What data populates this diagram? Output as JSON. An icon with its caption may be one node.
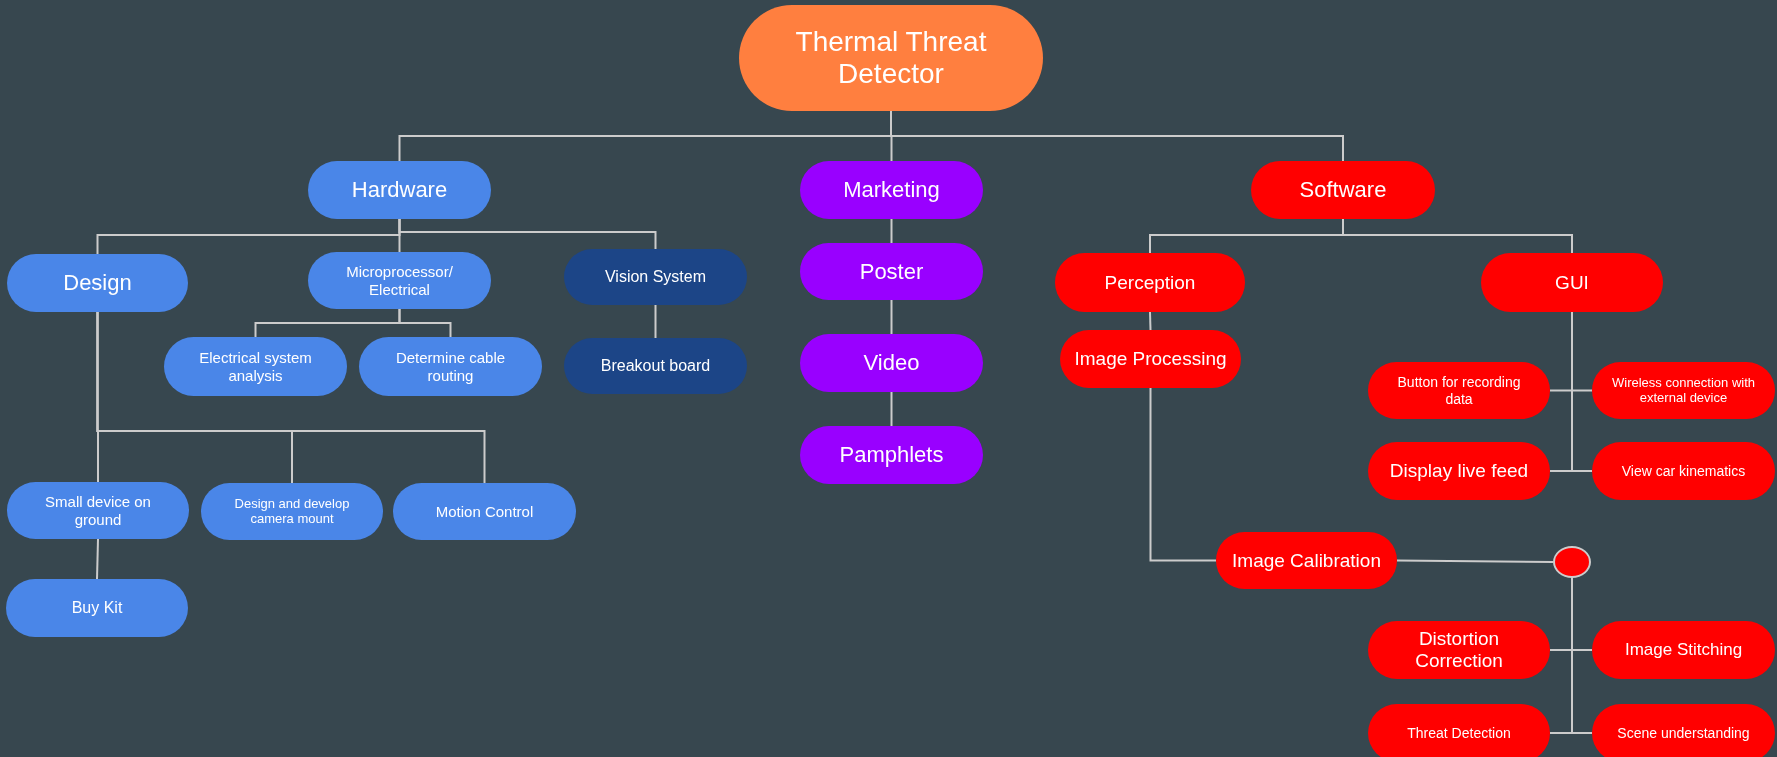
{
  "diagram": {
    "nodes": [
      {
        "text": [
          "Thermal Threat Detector"
        ]
      },
      {
        "text": [
          "Hardware"
        ]
      },
      {
        "text": [
          "Marketing"
        ]
      },
      {
        "text": [
          "Software"
        ]
      },
      {
        "text": [
          "Design"
        ]
      },
      {
        "text": [
          "Microprocessor/ Electrical"
        ]
      },
      {
        "text": [
          "Vision System"
        ]
      },
      {
        "text": [
          "Electrical system analysis"
        ]
      },
      {
        "text": [
          "Determine cable routing"
        ]
      },
      {
        "text": [
          "Breakout board"
        ]
      },
      {
        "text": [
          "Poster"
        ]
      },
      {
        "text": [
          "Video"
        ]
      },
      {
        "text": [
          "Pamphlets"
        ]
      },
      {
        "text": [
          "Small device on ground"
        ]
      },
      {
        "text": [
          "Design and develop camera mount"
        ]
      },
      {
        "text": [
          "Motion Control"
        ]
      },
      {
        "text": [
          "Buy Kit"
        ]
      },
      {
        "text": [
          "Perception"
        ]
      },
      {
        "text": [
          "GUI"
        ]
      },
      {
        "text": [
          "Image Processing"
        ]
      },
      {
        "text": [
          "Button for recording data"
        ]
      },
      {
        "text": [
          "Wireless connection with external device"
        ]
      },
      {
        "text": [
          "Display live feed"
        ]
      },
      {
        "text": [
          "View car kinematics"
        ]
      },
      {
        "text": [
          "Image Calibration"
        ]
      },
      {
        "text": [],
        "shape": "circle"
      },
      {
        "text": [
          "Distortion Correction"
        ]
      },
      {
        "text": [
          "Image Stitching"
        ]
      },
      {
        "text": [
          "Threat Detection"
        ]
      },
      {
        "text": [
          "Scene understanding"
        ]
      }
    ],
    "edges": [
      {
        "from": 0,
        "to": 1,
        "arrow": "none"
      },
      {
        "from": 0,
        "to": 2,
        "arrow": "none"
      },
      {
        "from": 0,
        "to": 3,
        "arrow": "none"
      },
      {
        "from": 1,
        "to": 4,
        "arrow": "none"
      },
      {
        "from": 1,
        "to": 5,
        "arrow": "none"
      },
      {
        "from": 1,
        "to": 6,
        "arrow": "none"
      },
      {
        "from": 5,
        "to": 7,
        "arrow": "none"
      },
      {
        "from": 5,
        "to": 8,
        "arrow": "none"
      },
      {
        "from": 6,
        "to": 9,
        "arrow": "none"
      },
      {
        "from": 2,
        "to": 10,
        "arrow": "none"
      },
      {
        "from": 10,
        "to": 11,
        "arrow": "none"
      },
      {
        "from": 11,
        "to": 12,
        "arrow": "none"
      },
      {
        "from": 4,
        "to": 13,
        "arrow": "none"
      },
      {
        "from": 4,
        "to": 14,
        "arrow": "none"
      },
      {
        "from": 4,
        "to": 15,
        "arrow": "none"
      },
      {
        "from": 13,
        "to": 16,
        "arrow": "none"
      },
      {
        "from": 3,
        "to": 17,
        "arrow": "none"
      },
      {
        "from": 3,
        "to": 18,
        "arrow": "none"
      },
      {
        "from": 17,
        "to": 19,
        "arrow": "none"
      },
      {
        "from": 19,
        "to": 24,
        "arrow": "none"
      },
      {
        "from": 18,
        "to": 20,
        "arrow": "none"
      },
      {
        "from": 18,
        "to": 21,
        "arrow": "none"
      },
      {
        "from": 18,
        "to": 22,
        "arrow": "none"
      },
      {
        "from": 18,
        "to": 23,
        "arrow": "none"
      },
      {
        "from": 24,
        "to": 25,
        "arrow": "none"
      },
      {
        "from": 25,
        "to": 26,
        "arrow": "none"
      },
      {
        "from": 25,
        "to": 27,
        "arrow": "none"
      },
      {
        "from": 25,
        "to": 28,
        "arrow": "none"
      },
      {
        "from": 25,
        "to": 29,
        "arrow": "none"
      }
    ]
  }
}
